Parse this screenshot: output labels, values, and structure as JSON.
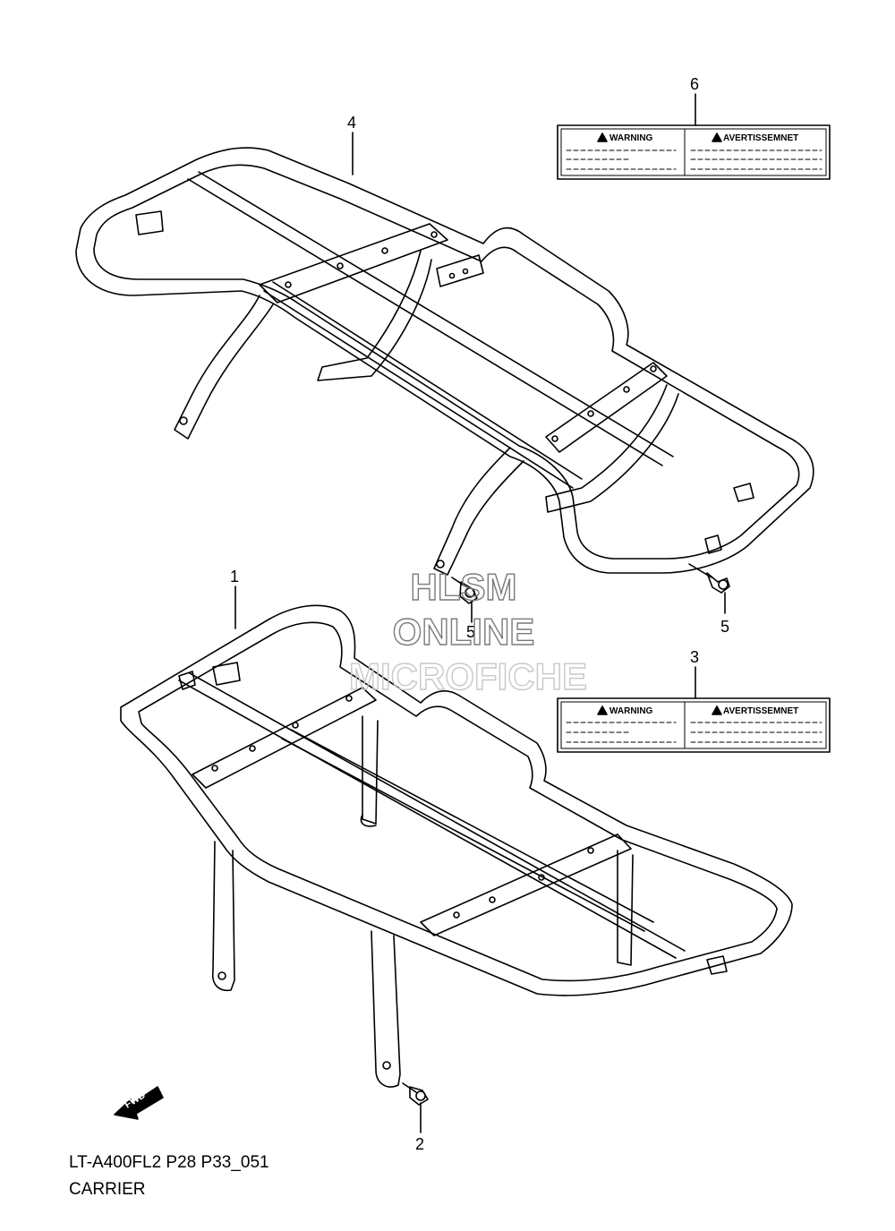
{
  "colors": {
    "line": "#000000",
    "watermark": "#7a7a7a",
    "watermark_light": "#c8c8c8",
    "background": "#ffffff"
  },
  "callouts": {
    "rear_carrier": "4",
    "front_carrier": "1",
    "rear_label": "6",
    "front_label": "3",
    "rear_bolt_right": "5",
    "rear_bolt_left": "5",
    "front_bolt": "2"
  },
  "labels": {
    "rear": {
      "left_head": "WARNING",
      "right_head": "AVERTISSEMNET"
    },
    "front": {
      "left_head": "WARNING",
      "right_head": "AVERTISSEMNET"
    }
  },
  "watermark": {
    "line1": "HLSM",
    "line2": "ONLINE",
    "line3": "MICROFICHE"
  },
  "fwd_marker": {
    "text": "FWD",
    "icon": "fwd-arrow-icon"
  },
  "caption": {
    "code": "LT-A400FL2 P28 P33_051",
    "title": "CARRIER"
  }
}
